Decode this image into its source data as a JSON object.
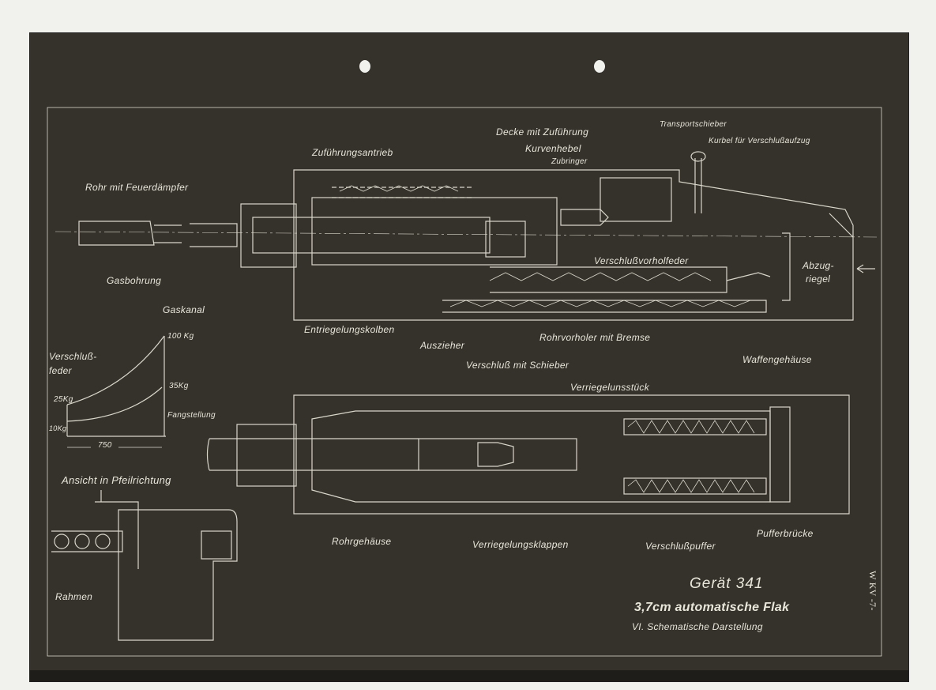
{
  "title_block": {
    "title": "Gerät 341",
    "subtitle": "3,7cm automatische Flak",
    "section": "VI. Schematische Darstellung",
    "sheet_mark": "W KV -7-"
  },
  "labels": {
    "zufuehrungsantrieb": "Zuführungsantrieb",
    "decke": "Decke mit Zuführung",
    "kurvenhebel": "Kurvenhebel",
    "zubringer": "Zubringer",
    "transportschieber": "Transportschieber",
    "kurbel": "Kurbel für Verschlußaufzug",
    "rohr": "Rohr mit Feuerdämpfer",
    "gasbohrung": "Gasbohrung",
    "gaskanal": "Gaskanal",
    "vorholfeder": "Verschlußvorholfeder",
    "abzug1": "Abzug-",
    "abzug2": "riegel",
    "entriegelungskolben": "Entriegelungskolben",
    "auszieher": "Auszieher",
    "rohrvorholer": "Rohrvorholer mit Bremse",
    "verschluss_schieber": "Verschluß mit Schieber",
    "waffengehaeuse": "Waffengehäuse",
    "verriegelungsstueck": "Verriegelunsstück",
    "rohrgehaeuse": "Rohrgehäuse",
    "verriegelungsklappen": "Verriegelungsklappen",
    "verschlusspuffer": "Verschlußpuffer",
    "pufferbruecke": "Pufferbrücke",
    "ansicht": "Ansicht in Pfeilrichtung",
    "rahmen": "Rahmen"
  },
  "spring_graph": {
    "label1": "Verschluß-",
    "label2": "feder",
    "max_label": "100 Kg",
    "upper_start_label": "25Kg",
    "lower_end_label": "35Kg",
    "lower_start_label": "10Kg",
    "catch_label": "Fangstellung",
    "travel_label": "750"
  }
}
